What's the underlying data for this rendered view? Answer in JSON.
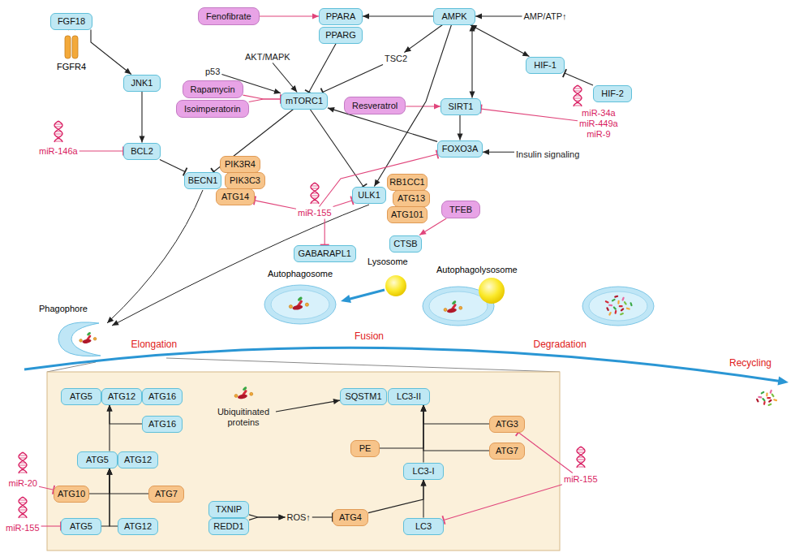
{
  "diagram": {
    "nodes": [
      {
        "text": [
          "FGF18"
        ]
      },
      {
        "text": [
          "Fenofibrate"
        ]
      },
      {
        "text": [
          "PPARA"
        ]
      },
      {
        "text": [
          "PPARG"
        ]
      },
      {
        "text": [
          "AMPK"
        ]
      },
      {
        "text": [
          "AMP/ATP↑"
        ]
      },
      {
        "text": [
          "AKT/MAPK"
        ]
      },
      {
        "text": [
          "p53"
        ]
      },
      {
        "text": [
          "TSC2"
        ]
      },
      {
        "text": [
          "HIF-1"
        ]
      },
      {
        "text": [
          "Rapamycin"
        ]
      },
      {
        "text": [
          "Isoimperatorin"
        ]
      },
      {
        "text": [
          "mTORC1"
        ]
      },
      {
        "text": [
          "HIF-2"
        ]
      },
      {
        "text": [
          "JNK1"
        ]
      },
      {
        "text": [
          "Resveratrol"
        ]
      },
      {
        "text": [
          "SIRT1"
        ]
      },
      {
        "text": [
          "miR-34a",
          "miR-449a",
          "miR-9"
        ]
      },
      {
        "text": [
          "miR-146a"
        ]
      },
      {
        "text": [
          "BCL2"
        ]
      },
      {
        "text": [
          "FOXO3A"
        ]
      },
      {
        "text": [
          "Insulin signaling"
        ]
      },
      {
        "text": [
          "BECN1"
        ]
      },
      {
        "text": [
          "PIK3R4"
        ]
      },
      {
        "text": [
          "PIK3C3"
        ]
      },
      {
        "text": [
          "ATG14"
        ]
      },
      {
        "text": [
          "ULK1"
        ]
      },
      {
        "text": [
          "RB1CC1"
        ]
      },
      {
        "text": [
          "ATG13"
        ]
      },
      {
        "text": [
          "ATG101"
        ]
      },
      {
        "text": [
          "miR-155"
        ]
      },
      {
        "text": [
          "TFEB"
        ]
      },
      {
        "text": [
          "GABARAPL1"
        ]
      },
      {
        "text": [
          "CTSB"
        ]
      },
      {
        "text": [
          "ATG5"
        ]
      },
      {
        "text": [
          "ATG12"
        ]
      },
      {
        "text": [
          "ATG16"
        ]
      },
      {
        "text": [
          "Ubiquitinated proteins"
        ]
      },
      {
        "text": [
          "SQSTM1"
        ]
      },
      {
        "text": [
          "LC3-II"
        ]
      },
      {
        "text": [
          "ATG16"
        ]
      },
      {
        "text": [
          "ATG3"
        ]
      },
      {
        "text": [
          "PE"
        ]
      },
      {
        "text": [
          "LC3-I"
        ]
      },
      {
        "text": [
          "ATG7"
        ]
      },
      {
        "text": [
          "ATG5"
        ]
      },
      {
        "text": [
          "ATG12"
        ]
      },
      {
        "text": [
          "miR-20"
        ]
      },
      {
        "text": [
          "ATG10"
        ]
      },
      {
        "text": [
          "ATG7"
        ]
      },
      {
        "text": [
          "TXNIP"
        ]
      },
      {
        "text": [
          "ROS↑"
        ]
      },
      {
        "text": [
          "ATG4"
        ]
      },
      {
        "text": [
          "miR-155"
        ]
      },
      {
        "text": [
          "miR-155"
        ]
      },
      {
        "text": [
          "ATG5"
        ]
      },
      {
        "text": [
          "ATG12"
        ]
      },
      {
        "text": [
          "REDD1"
        ]
      },
      {
        "text": [
          "LC3"
        ]
      }
    ],
    "edges": [
      {
        "from": 0,
        "to": 14,
        "arrow": "to"
      },
      {
        "from": 14,
        "to": 19,
        "arrow": "to"
      },
      {
        "from": 18,
        "to": 19,
        "arrow": "to"
      },
      {
        "from": 19,
        "to": 22,
        "arrow": "to"
      },
      {
        "from": 1,
        "to": 2,
        "arrow": "to"
      },
      {
        "from": 4,
        "to": 2,
        "arrow": "to"
      },
      {
        "from": 3,
        "to": 12,
        "arrow": "to"
      },
      {
        "from": 5,
        "to": 4,
        "arrow": "to"
      },
      {
        "from": 6,
        "to": 12,
        "arrow": "to"
      },
      {
        "from": 7,
        "to": 12,
        "arrow": "to"
      },
      {
        "from": 4,
        "to": 8,
        "arrow": "to"
      },
      {
        "from": 8,
        "to": 12,
        "arrow": "to"
      },
      {
        "from": 4,
        "to": 9,
        "arrow": "both"
      },
      {
        "from": 13,
        "to": 9,
        "arrow": "to"
      },
      {
        "from": 4,
        "to": 16,
        "arrow": "both"
      },
      {
        "from": 10,
        "to": 12,
        "arrow": "to"
      },
      {
        "from": 11,
        "to": 12,
        "arrow": "to"
      },
      {
        "from": 15,
        "to": 16,
        "arrow": "to"
      },
      {
        "from": 17,
        "to": 16,
        "arrow": "to"
      },
      {
        "from": 16,
        "to": 20,
        "arrow": "to"
      },
      {
        "from": 21,
        "to": 20,
        "arrow": "to"
      },
      {
        "from": 20,
        "to": 12,
        "arrow": "to"
      },
      {
        "from": 4,
        "to": 26,
        "arrow": "to"
      },
      {
        "from": 12,
        "to": 22,
        "arrow": "to"
      },
      {
        "from": 12,
        "to": 26,
        "arrow": "to"
      },
      {
        "from": 30,
        "to": 25,
        "arrow": "to"
      },
      {
        "from": 30,
        "to": 26,
        "arrow": "to"
      },
      {
        "from": 30,
        "to": 20,
        "arrow": "to"
      },
      {
        "from": 30,
        "to": 32,
        "arrow": "to"
      },
      {
        "from": 31,
        "to": 33,
        "arrow": "to"
      },
      {
        "from": 37,
        "to": 38,
        "arrow": "to"
      },
      {
        "from": 55,
        "to": 45,
        "arrow": "to"
      },
      {
        "from": 56,
        "to": 45,
        "arrow": "to"
      },
      {
        "from": 48,
        "to": 45,
        "arrow": "to"
      },
      {
        "from": 49,
        "to": 45,
        "arrow": "to"
      },
      {
        "from": 45,
        "to": 35,
        "arrow": "to"
      },
      {
        "from": 40,
        "to": 35,
        "arrow": "to"
      },
      {
        "from": 47,
        "to": 48,
        "arrow": "to"
      },
      {
        "from": 54,
        "to": 55,
        "arrow": "to"
      },
      {
        "from": 50,
        "to": 51,
        "arrow": "to"
      },
      {
        "from": 57,
        "to": 51,
        "arrow": "to"
      },
      {
        "from": 51,
        "to": 52,
        "arrow": "to"
      },
      {
        "from": 58,
        "to": 43,
        "arrow": "to"
      },
      {
        "from": 52,
        "to": 43,
        "arrow": "to"
      },
      {
        "from": 43,
        "to": 39,
        "arrow": "to"
      },
      {
        "from": 42,
        "to": 39,
        "arrow": "to"
      },
      {
        "from": 41,
        "to": 39,
        "arrow": "to"
      },
      {
        "from": 44,
        "to": 39,
        "arrow": "to"
      },
      {
        "from": 53,
        "to": 41,
        "arrow": "to"
      },
      {
        "from": 53,
        "to": 58,
        "arrow": "to"
      }
    ],
    "labels": [
      "FGFR4",
      "Phagophore",
      "Autophagosome",
      "Lysosome",
      "Autophagolysosome",
      "Elongation",
      "Fusion",
      "Degradation",
      "Recycling"
    ]
  }
}
